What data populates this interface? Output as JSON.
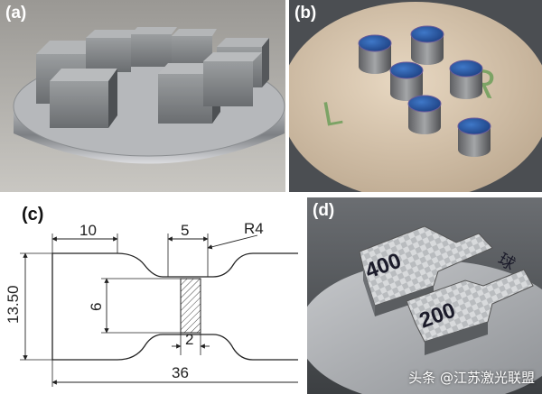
{
  "panels": {
    "a": {
      "label": "(a)"
    },
    "b": {
      "label": "(b)",
      "plate_marks": [
        "L",
        "R"
      ]
    },
    "c": {
      "label": "(c)",
      "dims": {
        "left_length": "10",
        "gauge_length": "5",
        "radius": "R4",
        "total_height": "13.50",
        "gauge_width": "6",
        "thickness": "2",
        "total_length": "36"
      }
    },
    "d": {
      "label": "(d)",
      "block_marks": [
        "400",
        "200",
        "球"
      ]
    }
  },
  "watermark": {
    "text": "头条 @江苏激光联盟"
  }
}
